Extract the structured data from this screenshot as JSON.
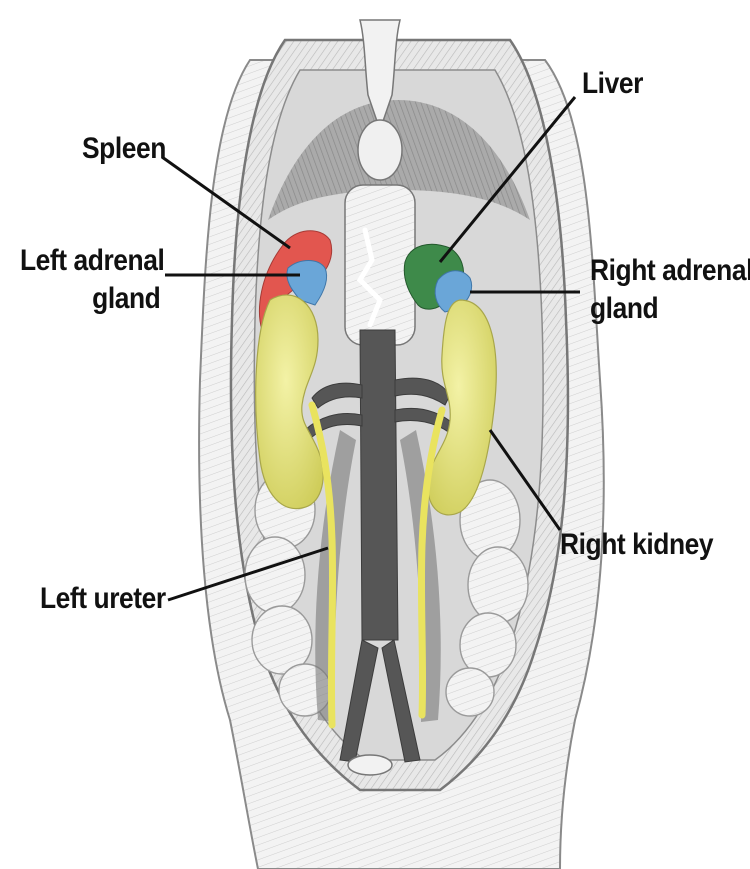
{
  "labels": {
    "spleen": "Spleen",
    "left_adrenal_gland": [
      "Left adrenal",
      "gland"
    ],
    "left_ureter": "Left ureter",
    "liver": "Liver",
    "right_adrenal_gland": [
      "Right adrenal",
      "gland"
    ],
    "right_kidney": "Right kidney"
  },
  "colors": {
    "spleen": "#e2564f",
    "adrenal": "#6aa6d8",
    "liver": "#3e8a4a",
    "kidney": "#e6e47e",
    "ureter": "#e9e35f",
    "vessels": "#565656",
    "leader_line": "#111111"
  }
}
